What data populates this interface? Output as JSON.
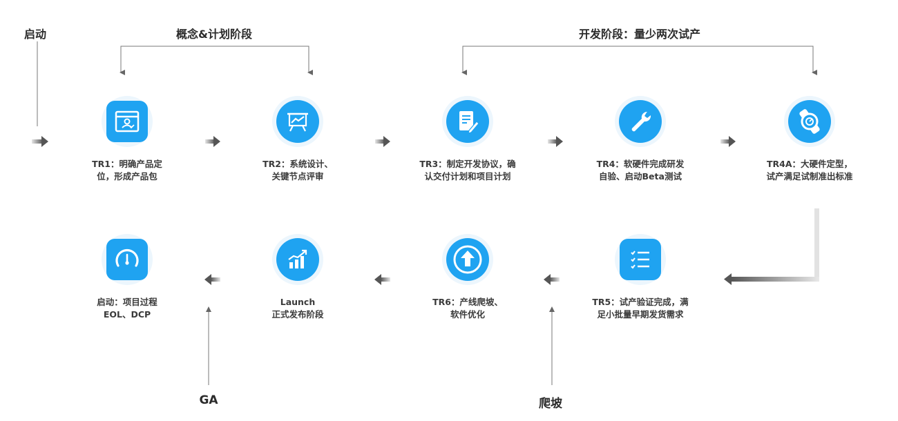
{
  "labels": {
    "start": "启动",
    "phase_concept": "概念&计划阶段",
    "phase_dev": "开发阶段：量少两次试产",
    "ga": "GA",
    "ramp": "爬坡"
  },
  "nodes": [
    {
      "id": "tr1",
      "icon": "user-box-icon",
      "lines": [
        "TR1：明确产品定",
        "位，形成产品包"
      ]
    },
    {
      "id": "tr2",
      "icon": "presentation-chart-icon",
      "lines": [
        "TR2：系统设计、",
        "关键节点评审"
      ]
    },
    {
      "id": "tr3",
      "icon": "document-edit-icon",
      "lines": [
        "TR3：制定开发协议，确",
        "认交付计划和项目计划"
      ]
    },
    {
      "id": "tr4",
      "icon": "wrench-icon",
      "lines": [
        "TR4：软硬件完成研发",
        "自验、启动Beta测试"
      ]
    },
    {
      "id": "tr4a",
      "icon": "watch-icon",
      "lines": [
        "TR4A：大硬件定型，",
        "试产满足试制准出标准"
      ]
    },
    {
      "id": "tr5",
      "icon": "checklist-icon",
      "lines": [
        "TR5：试产验证完成，满",
        "足小批量早期发货需求"
      ]
    },
    {
      "id": "tr6",
      "icon": "upload-circle-icon",
      "lines": [
        "TR6：产线爬坡、",
        "软件优化"
      ]
    },
    {
      "id": "launch",
      "icon": "growth-chart-icon",
      "lines": [
        "Launch",
        "正式发布阶段"
      ]
    },
    {
      "id": "eol",
      "icon": "gauge-icon",
      "lines": [
        "启动：项目过程",
        "EOL、DCP"
      ]
    }
  ],
  "colors": {
    "accent": "#1fa3f1",
    "halo": "#ecf6fd",
    "connector": "#666666"
  }
}
